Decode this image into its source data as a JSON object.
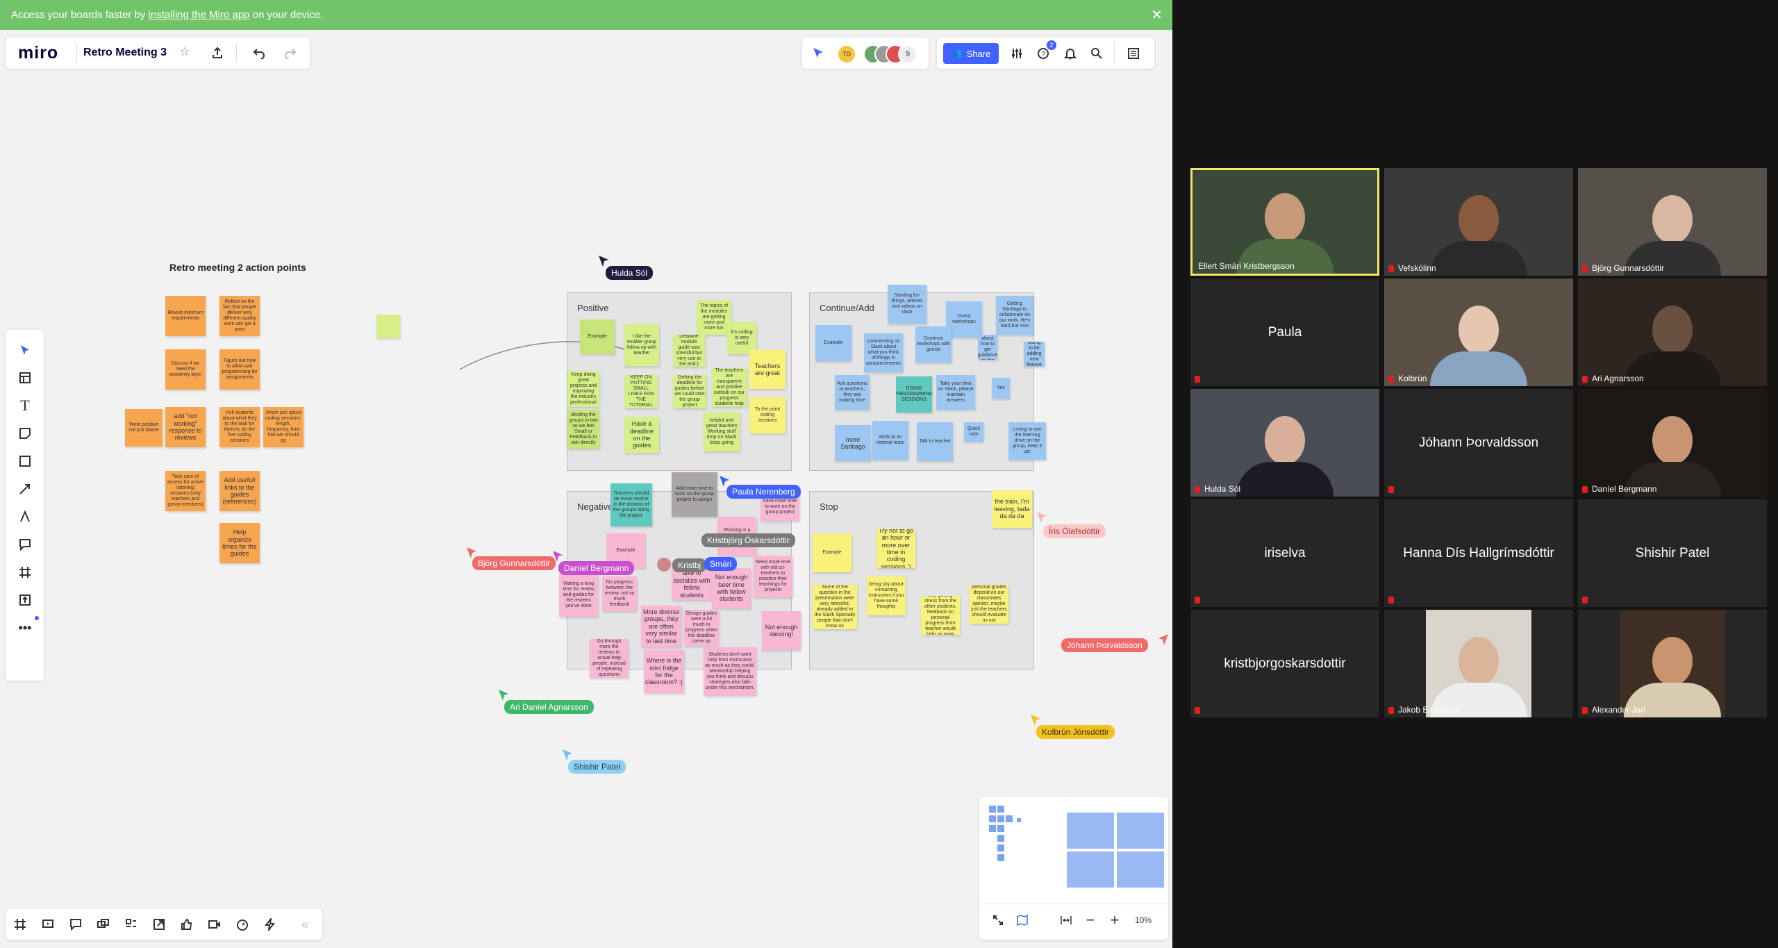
{
  "banner": {
    "text_before": "Access your boards faster by ",
    "link": "installing the Miro app",
    "text_after": " on your device.",
    "close": "✕"
  },
  "topbar": {
    "logo": "miro",
    "board_title": "Retro Meeting 3",
    "star": "☆",
    "collaborator_initials": "TD",
    "user_count": "9",
    "share_label": "Share",
    "help_badge": "2"
  },
  "board": {
    "action_title": "Retro meeting 2 action points",
    "frames": {
      "positive": "Positive",
      "continue": "Continue/Add",
      "negative": "Negative",
      "stop": "Stop"
    },
    "orange_notes": [
      "Revisit minimum requirements",
      "Reflect on the fact that people deliver very different quality work can get a pass",
      "Discuss if we need the anonimity layer",
      "Figure out how to allow pair programming for assignments",
      "add \"not working\" response to reviews",
      "Pull students about what they to the task for them to do the five coding sessions",
      "Share poll about coding sessions: length, frequency, how fast we should go",
      "Write positive not just blame",
      "Take care of access for active listening sessions (only teachers and group members)",
      "Add usefull links to the guides (references)",
      "Help organize times for the guides"
    ],
    "positive_notes": [
      "Example",
      "I like the smaller group follow up with teacher",
      "The topics of the modules are getting more and more fun",
      "Deadline module guide was stressful but very use in the end:)",
      "It's coding is very useful",
      "Teachers are great",
      "Keep doing great projects and improving the industry professional",
      "KEEP ON PUTTING SMALL LINKS FOR THE TUTORIAL",
      "Getting the deadline for guides before we could start the group project",
      "The teachers are transparent and positive outlook on our progress students help",
      "To the point coding sessions",
      "dividing the groups in two so we feel Small or Feedback to ask directly",
      "Have a deadline on the guides",
      "helpful and great teachers Working stuff drop on Slack keep going"
    ],
    "continue_notes": [
      "Example",
      "Sending fun things, articles and videos on slack",
      "Guest workshops",
      "Getting Santiago to collaborate on our work. He's hard but nice",
      "commenting on Slack about what you think of things in announcements",
      "Continue workshops with guests",
      "Ask questions to teachers, they are making time",
      "Take your time on Slack, please maintain answers",
      "DOING PROGRAMMING SESSIONS",
      "More meetings about how to get guidance on the work",
      "Yes",
      "Quick note",
      "more Santiago",
      "Work at an internal team",
      "Talk to teacher",
      "Going to be adding new feature",
      "Loving to see the learning drive on the group, keep it up!"
    ],
    "negative_notes": [
      "Teachers should be more involve in the dinamic of the groups doing the project.",
      "Add more time to work on the group project to assign",
      "Would love to have more time to work on the group project",
      "Working in a group in COVID times",
      "Example",
      "Waiting a long time for review and guides for the reviews you've done",
      "Not being able to socialize with fellow students",
      "Not enough beer time with fellow students",
      "Need more time with old co-teachers to practice their teachings for projects",
      "More diverse groups, they are often very similar to last time",
      "Design guides were a bit much to progress when the deadline came up",
      "Not enough dancing!",
      "Where is the mini fridge for the classroom? :(",
      "Students don't want help from instructors as much as they could. Mentorship helping you think and discuss strategies also falls under this mechanism.",
      "Go through more the reviews to actual help people, instead of repeating questions",
      "No progress between the review, not so much feedback"
    ],
    "stop_notes": [
      "Example",
      "Try not to go an hour or more over time in coding sessions ;)",
      "being shy about contacting instructors if you have some thoughts",
      "Some of the question in the presentation were very stressful, already added to the Slack Specially people that don't know us",
      "silly getting stress from the other students, feedback on personal progress from teacher would help us grow",
      "Having our personal grades depend on our classmates opinion, maybe just the teachers should evaluate us not classmates?",
      "the train, I'm leaving, tada da da da"
    ],
    "cursors": {
      "hulda": "Hulda Sól",
      "paula": "Paula Nerenberg",
      "kristbjorg": "Kristbjörg Óskarsdóttir",
      "bjorg": "Björg Gunnarsdóttir",
      "daniel": "Daníel Bergmann",
      "kristbj_short": "Kristbj",
      "smari": "Smári",
      "iris": "Íris Ólafsdóttir",
      "johann": "Jóhann Þorvaldsson",
      "ari": "Ari Daníel Agnarsson",
      "shishir": "Shishir Patel",
      "kolbrun": "Kolbrún Jónsdóttir"
    },
    "zoom_level": "10%"
  },
  "colors": {
    "miro_blue": "#4262ff",
    "banner_green": "#72c46a",
    "sticky_orange": "#f8a550",
    "sticky_yellow": "#f9f27a",
    "sticky_blue": "#9cc7f3",
    "sticky_pink": "#f8b7d2",
    "video_bg": "#141414",
    "speaker_border": "#f5e56b"
  },
  "participants": [
    {
      "name": "Ellert Smári Kristbergsson",
      "video": true,
      "muted": false,
      "speaking": true
    },
    {
      "name": "Vefskólinn",
      "video": true,
      "muted": true
    },
    {
      "name": "Björg Gunnarsdóttir",
      "video": true,
      "muted": true
    },
    {
      "name": "Paula",
      "video": false,
      "muted": true
    },
    {
      "name": "Kolbrún",
      "video": true,
      "muted": true
    },
    {
      "name": "Ari Agnarsson",
      "video": true,
      "muted": true
    },
    {
      "name": "Hulda Sól",
      "video": true,
      "muted": true
    },
    {
      "name": "Jóhann Þorvaldsson",
      "video": false,
      "muted": true
    },
    {
      "name": "Daníel Bergmann",
      "video": true,
      "muted": true
    },
    {
      "name": "iriselva",
      "video": false,
      "muted": true
    },
    {
      "name": "Hanna Dís Hallgrímsdóttir",
      "video": false,
      "muted": true
    },
    {
      "name": "Shishir Patel",
      "video": false,
      "muted": true
    },
    {
      "name": "kristbjorgoskarsdottir",
      "video": false,
      "muted": true
    },
    {
      "name": "Jakob Einarsson",
      "video": true,
      "muted": true
    },
    {
      "name": "Alexander Jarl",
      "video": true,
      "muted": true
    }
  ]
}
